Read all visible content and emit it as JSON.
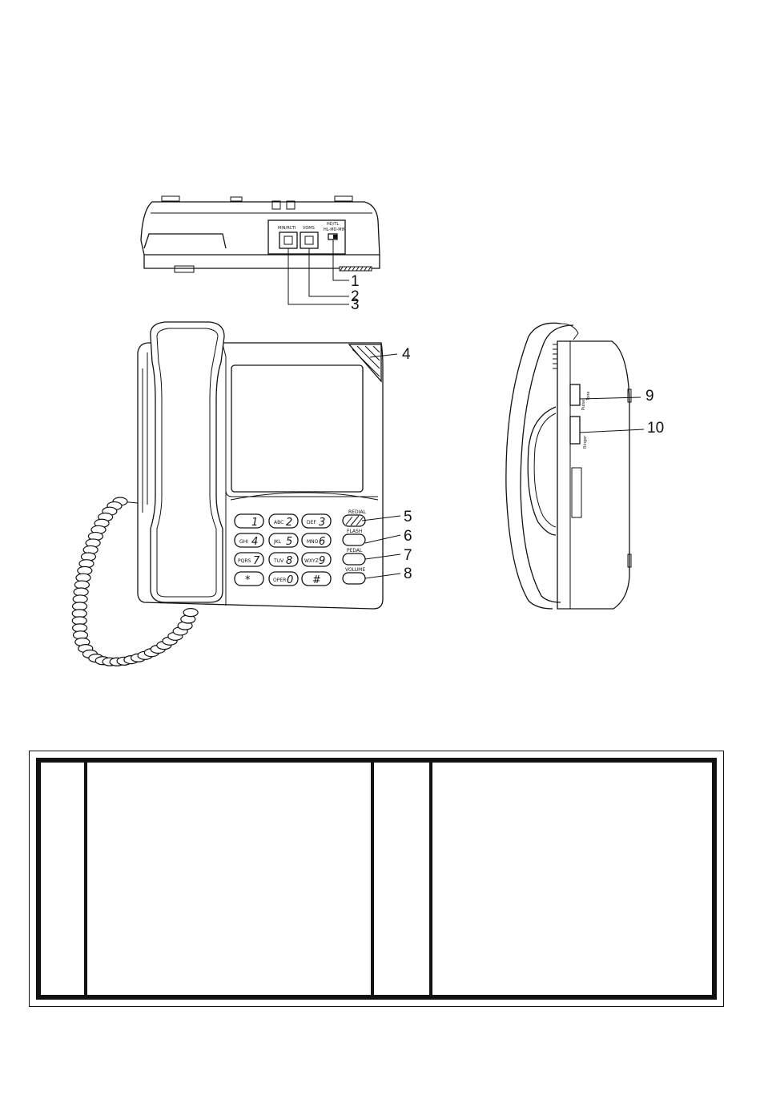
{
  "back_view": {
    "jack_labels": [
      "MIN/RCTI",
      "VOMS"
    ],
    "switch_label": "HD/TL",
    "switch_sub": "HL-MD-MIN"
  },
  "front_view": {
    "keys": [
      {
        "sub": "",
        "main": "1"
      },
      {
        "sub": "ABC",
        "main": "2"
      },
      {
        "sub": "DEF",
        "main": "3"
      },
      {
        "sub": "GHI",
        "main": "4"
      },
      {
        "sub": "JKL",
        "main": "5"
      },
      {
        "sub": "MNO",
        "main": "6"
      },
      {
        "sub": "PQRS",
        "main": "7"
      },
      {
        "sub": "TUV",
        "main": "8"
      },
      {
        "sub": "WXYZ",
        "main": "9"
      },
      {
        "sub": "",
        "main": "*"
      },
      {
        "sub": "OPER",
        "main": "0"
      },
      {
        "sub": "",
        "main": "#"
      }
    ],
    "function_keys": [
      "REDIAL",
      "FLASH",
      "PEDAL",
      "VOLUME"
    ]
  },
  "side_view": {
    "switch_labels": [
      "Tone",
      "Pulse",
      "Ringer"
    ]
  },
  "callouts": [
    "1",
    "2",
    "3",
    "4",
    "5",
    "6",
    "7",
    "8",
    "9",
    "10"
  ],
  "table": {
    "columns": [
      "",
      "",
      "",
      ""
    ]
  }
}
